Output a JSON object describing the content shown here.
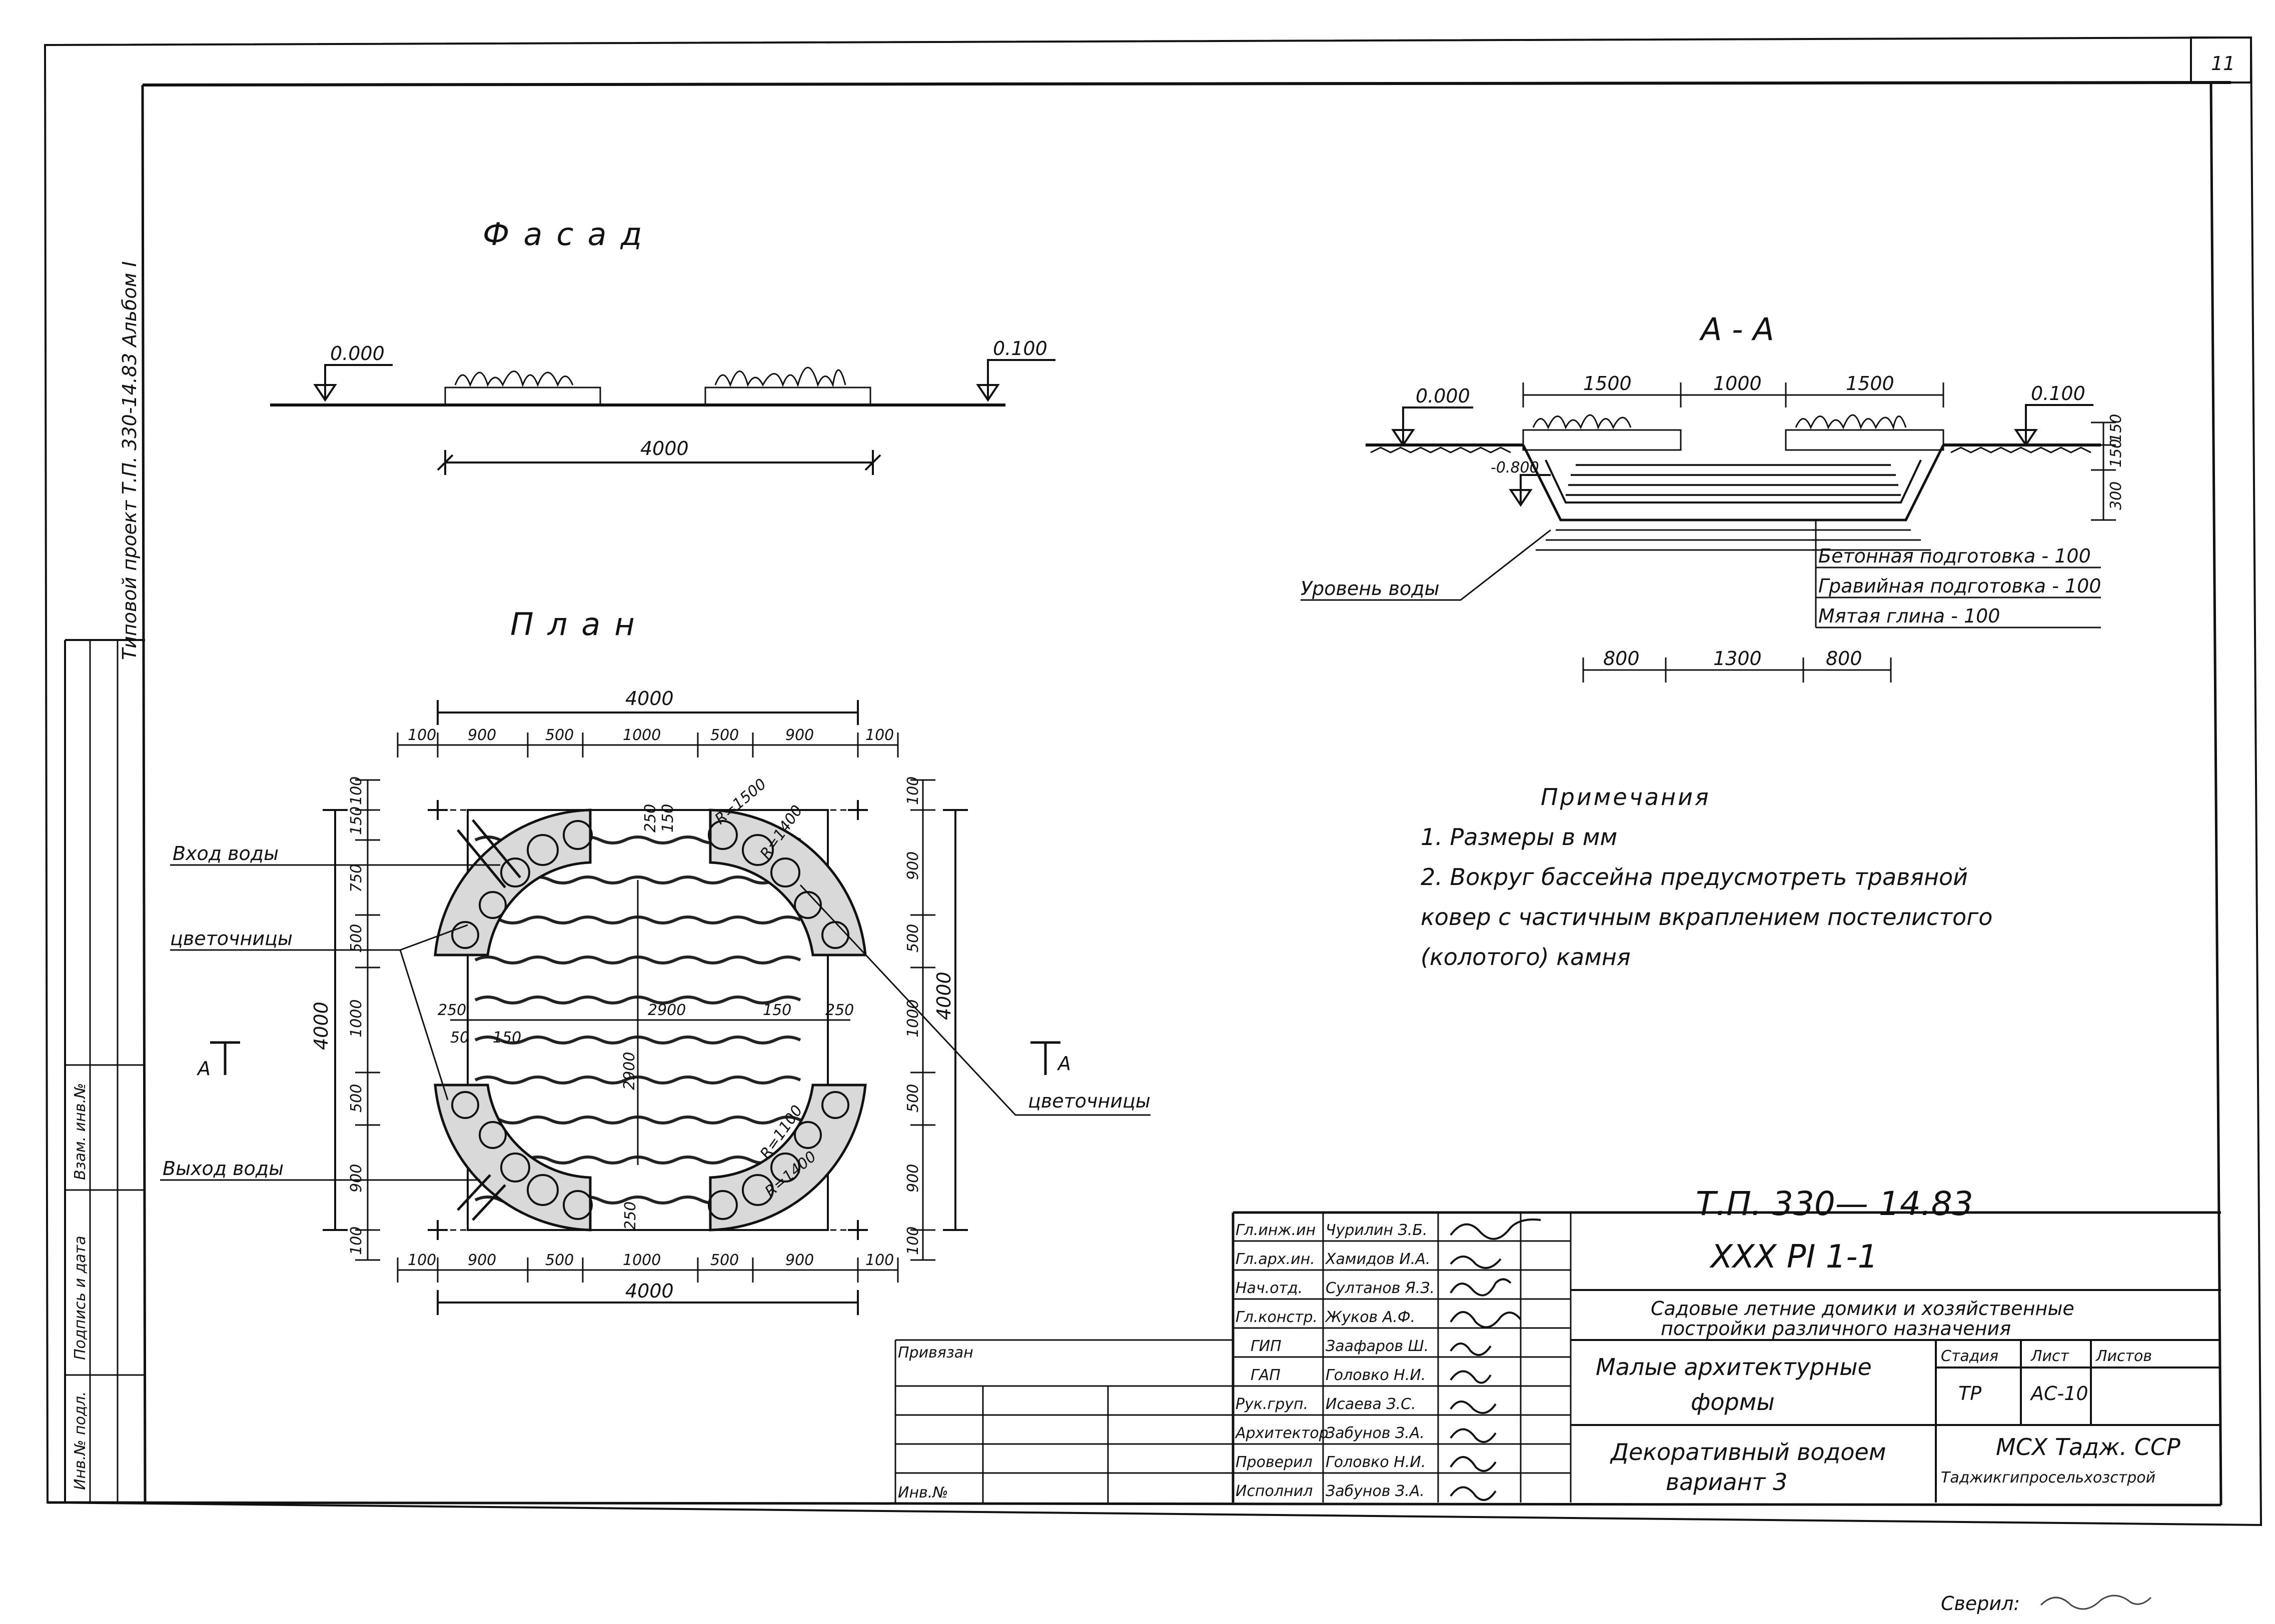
{
  "sheet_number": "11",
  "side_stamp": "Типовой проект Т.П. 330-14.83 Альбом I",
  "side_labels": {
    "inv_podl": "Инв.№ подл.",
    "podpis_data": "Подпись и дата",
    "vzam_inv": "Взам. инв.№"
  },
  "facade": {
    "title": "Фасад",
    "level_left": "0.000",
    "level_right": "0.100",
    "width": "4000"
  },
  "plan": {
    "title": "План",
    "top_total": "4000",
    "top_dims": [
      "100",
      "900",
      "500",
      "1000",
      "500",
      "900",
      "100"
    ],
    "bottom_total": "4000",
    "bottom_dims": [
      "100",
      "900",
      "500",
      "1000",
      "500",
      "900",
      "100"
    ],
    "left_total": "4000",
    "left_dims": [
      "100",
      "150",
      "750",
      "500",
      "1000",
      "500",
      "900",
      "100"
    ],
    "right_total": "4000",
    "right_dims": [
      "100",
      "900",
      "500",
      "1000",
      "500",
      "900",
      "100"
    ],
    "inner": {
      "d250a": "250",
      "d250b": "250",
      "d250c": "250",
      "d250d": "250",
      "d2900a": "2900",
      "d2900b": "2900",
      "d150a": "150",
      "d150b": "150",
      "d150c": "150",
      "d50": "50",
      "r1500": "R=1500",
      "r1400a": "R=1400",
      "r1100": "R=1100",
      "r1400b": "R=1400"
    },
    "callouts": {
      "water_in": "Вход воды",
      "flowerbeds_left": "цветочницы",
      "water_out": "Выход воды",
      "flowerbeds_right": "цветочницы"
    },
    "section_mark": "А"
  },
  "section": {
    "title": "А - А",
    "level_left": "0.000",
    "level_right": "0.100",
    "depth_mark": "-0.800",
    "top_dims": [
      "1500",
      "1000",
      "1500"
    ],
    "bottom_dims": [
      "800",
      "1300",
      "800"
    ],
    "right_dims": [
      "150",
      "150",
      "300"
    ],
    "water_level": "Уровень воды",
    "layers": [
      "Бетонная подготовка - 100",
      "Гравийная подготовка - 100",
      "Мятая глина - 100"
    ]
  },
  "notes": {
    "title": "Примечания",
    "lines": [
      "1. Размеры в мм",
      "2. Вокруг бассейна предусмотреть травяной",
      "ковер с частичным вкраплением постелистого",
      "(колотого) камня"
    ]
  },
  "doc_code": "Т.П.     330— 14.83",
  "title_block": {
    "code": "XXX  PI  1-1",
    "project": [
      "Садовые летние домики и хозяйственные",
      "постройки различного назначения"
    ],
    "section_name": [
      "Малые архитектурные",
      "формы"
    ],
    "sheet_title": [
      "Декоративный водоем",
      "вариант 3"
    ],
    "stage_header": "Стадия",
    "sheet_header": "Лист",
    "sheets_header": "Листов",
    "stage": "ТР",
    "sheet": "АС-10",
    "org": [
      "МСХ Тадж. ССР",
      "Таджикгипросельхозстрой"
    ],
    "privyazan": "Привязан",
    "inv_no": "Инв.№",
    "staff": [
      {
        "role": "Гл.инж.ин",
        "name": "Чурилин З.Б."
      },
      {
        "role": "Гл.арх.ин.",
        "name": "Хамидов И.А."
      },
      {
        "role": "Нач.отд.",
        "name": "Султанов Я.З."
      },
      {
        "role": "Гл.констр.",
        "name": "Жуков А.Ф."
      },
      {
        "role": "ГИП",
        "name": "Заафаров Ш."
      },
      {
        "role": "ГАП",
        "name": "Головко Н.И."
      },
      {
        "role": "Рук.груп.",
        "name": "Исаева З.С."
      },
      {
        "role": "Архитектор",
        "name": "Забунов З.А."
      },
      {
        "role": "Проверил",
        "name": "Головко Н.И."
      },
      {
        "role": "Исполнил",
        "name": "Забунов З.А."
      }
    ]
  },
  "footer_note": "Сверил:"
}
